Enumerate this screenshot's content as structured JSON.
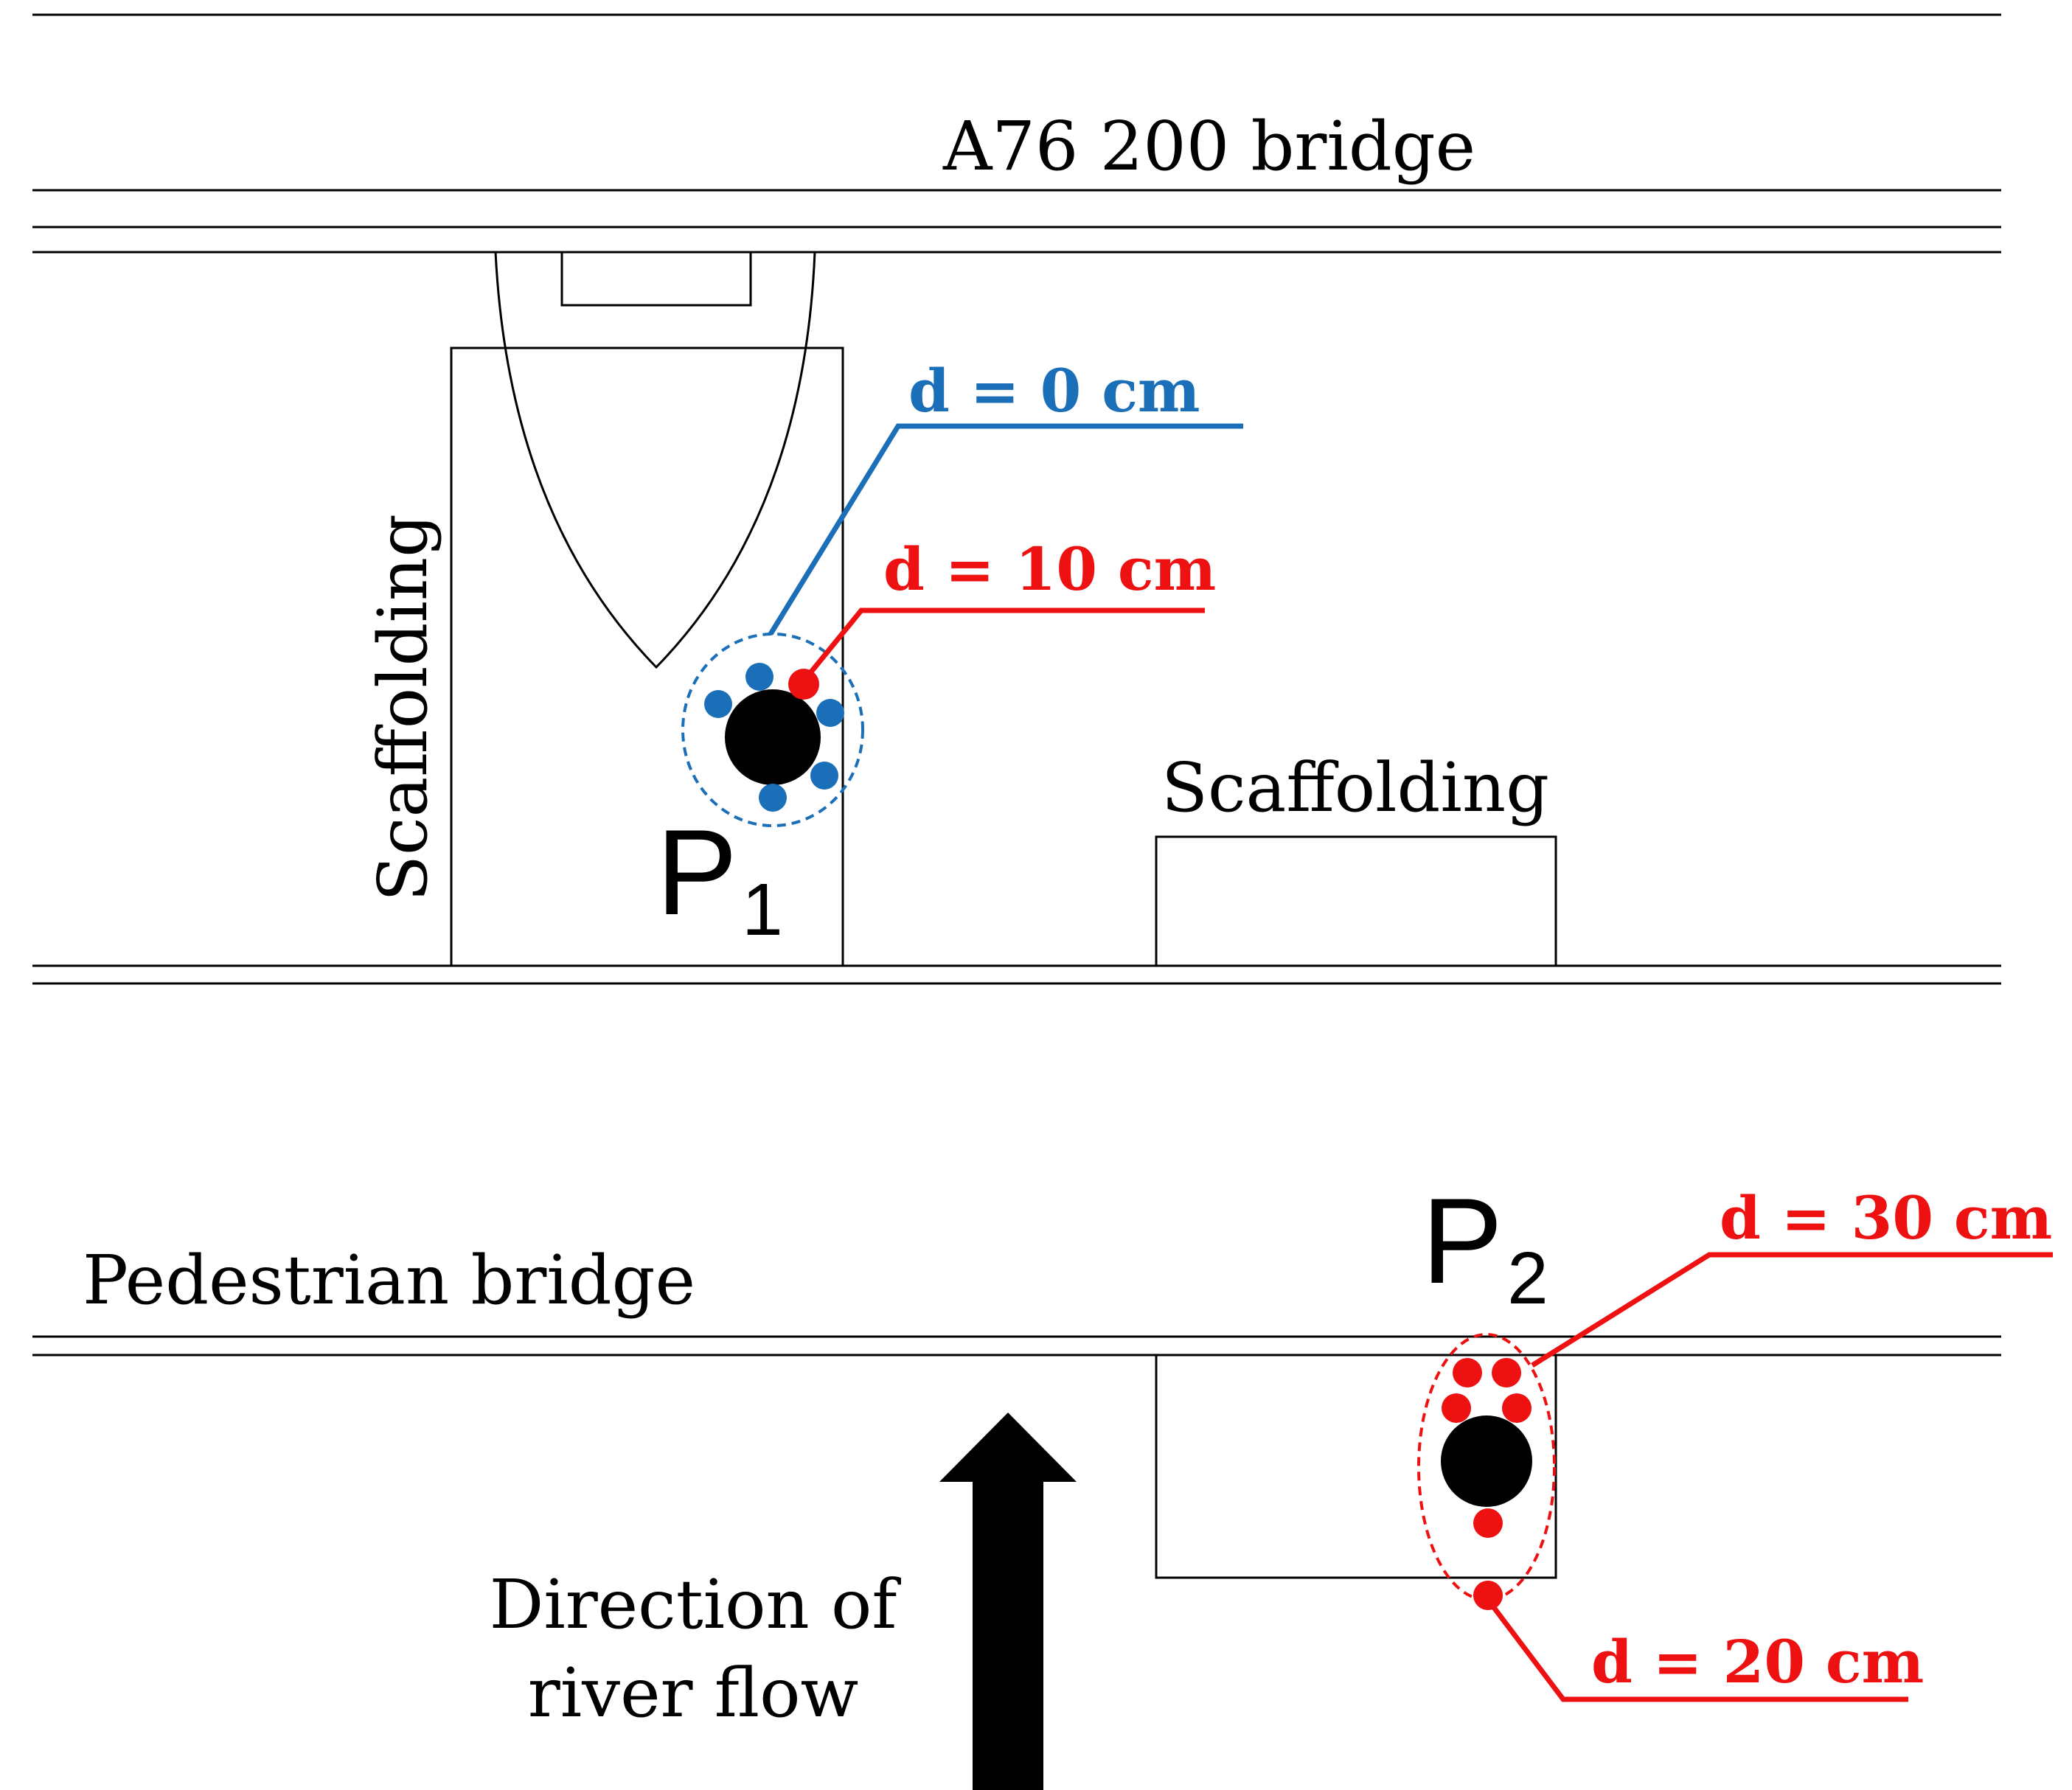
{
  "labels": {
    "a76_bridge": "A76 200 bridge",
    "scaffolding_left": "Scaffolding",
    "scaffolding_right": "Scaffolding",
    "pedestrian_bridge": "Pedestrian bridge",
    "flow_line1": "Direction of",
    "flow_line2": "river flow"
  },
  "points": {
    "p1": {
      "letter": "P",
      "sub": "1"
    },
    "p2": {
      "letter": "P",
      "sub": "2"
    }
  },
  "annotations": {
    "d0": "d = 0 cm",
    "d10": "d = 10 cm",
    "d30": "d = 30 cm",
    "d20": "d = 20 cm"
  },
  "colors": {
    "blue": "#1a6fb8",
    "red": "#ee1111",
    "black": "#000000"
  }
}
